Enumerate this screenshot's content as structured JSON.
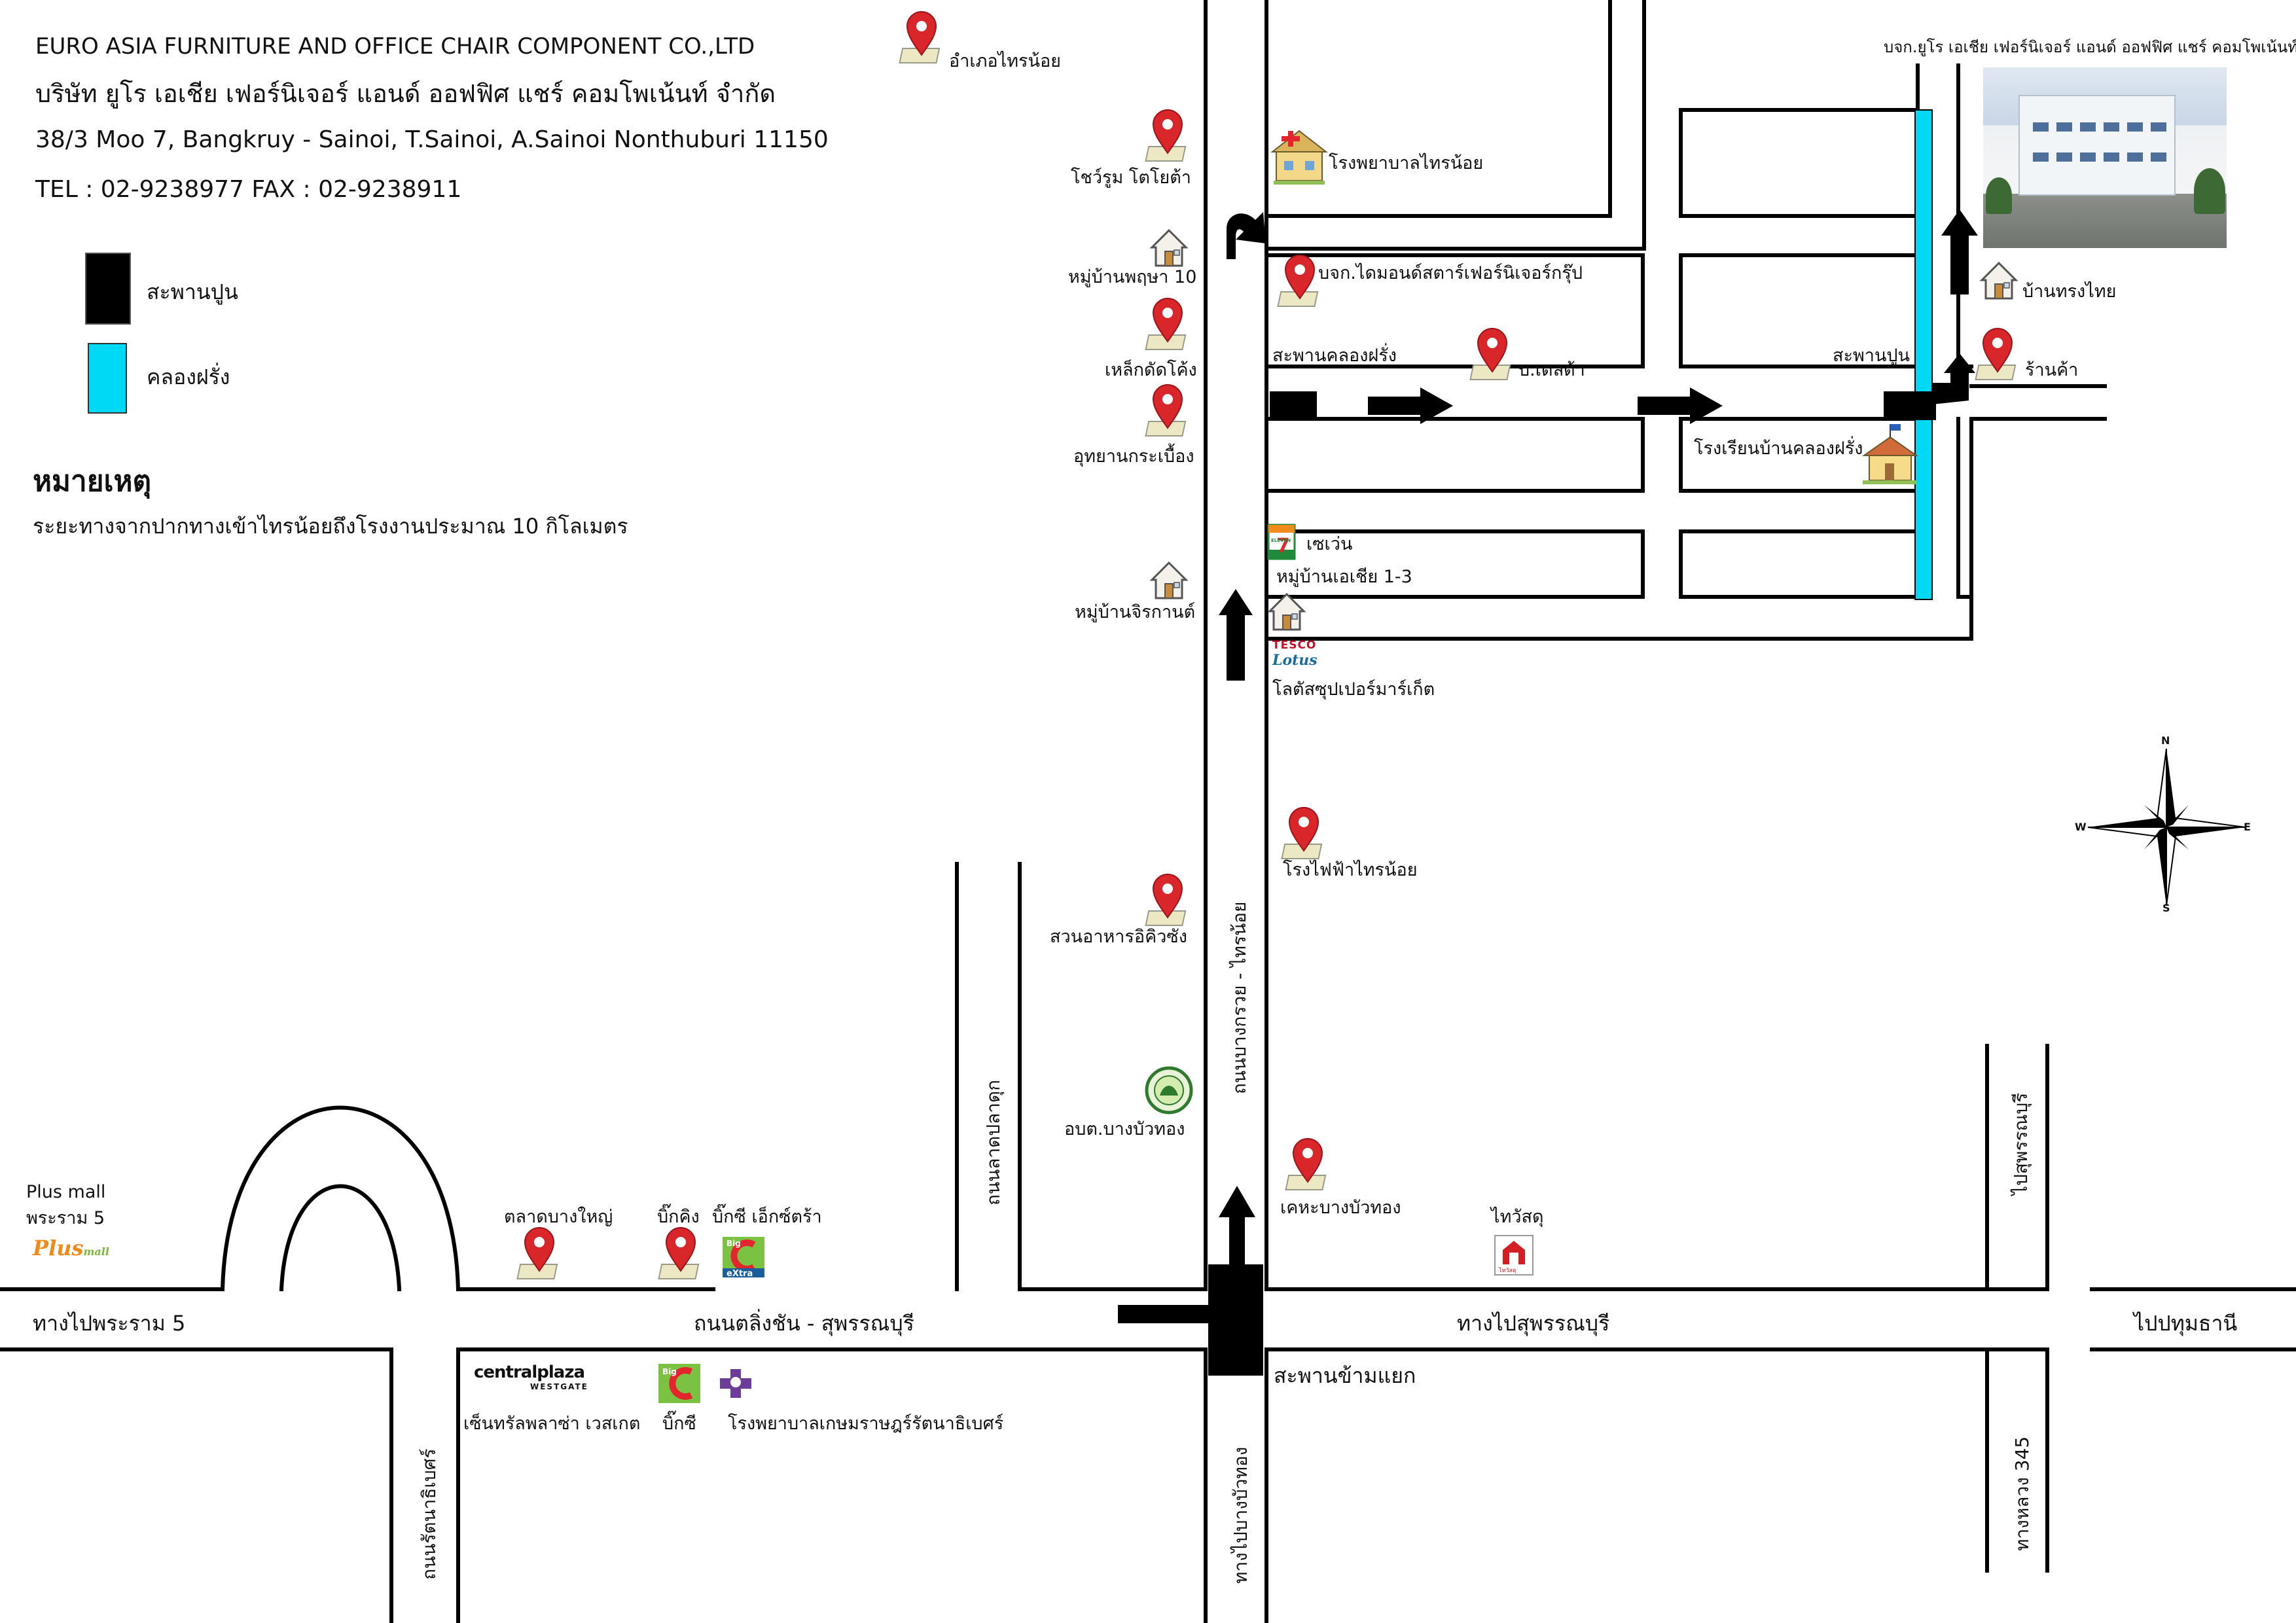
{
  "company": {
    "name_en": "EURO ASIA FURNITURE AND OFFICE CHAIR COMPONENT CO.,LTD",
    "name_th": "บริษัท ยูโร เอเชีย เฟอร์นิเจอร์ แอนด์ ออฟฟิศ แชร์ คอมโพเน้นท์ จำกัด",
    "address": "38/3 Moo 7, Bangkruy - Sainoi, T.Sainoi, A.Sainoi Nonthuburi 11150",
    "phone": "TEL : 02-9238977     FAX : 02-9238911",
    "photo_caption": "บจก.ยูโร เอเชีย เฟอร์นิเจอร์ แอนด์ ออฟฟิศ แชร์ คอมโพเน้นท์"
  },
  "legend": {
    "items": [
      {
        "label": "สะพานปูน",
        "color": "#000000"
      },
      {
        "label": "คลองฝรั่ง",
        "color": "#00d9f5"
      }
    ]
  },
  "note": {
    "title": "หมายเหตุ",
    "text": "ระยะทางจากปากทางเข้าไทรน้อยถึงโรงงานประมาณ 10 กิโลเมตร"
  },
  "roads": {
    "main_horizontal": "ถนนตลิ่งชัน - สุพรรณบุรี",
    "to_rama5": "ทางไปพระราม 5",
    "to_suphan": "ทางไปสุพรรณบุรี",
    "to_pathum": "ไปปทุมธานี",
    "bridge_junction": "สะพานข้ามแยก",
    "bangkruay_sainoi": "ถนนบางกรวย - ไทรน้อย",
    "to_bangbuathong": "ทางไปบางบัวทอง",
    "talad_pladuk": "ถนนลาดปลาดุก",
    "rattanathibet": "ถนนรัตนาธิเบศร์",
    "to_suphan_side": "ไปสุพรรณบุรี",
    "highway345": "ทางหลวง 345",
    "khlong_farang_bridge": "สะพานคลองฝรั่ง",
    "cement_bridge": "สะพานปูน"
  },
  "places": {
    "sainoi_district": "อำเภอไทรน้อย",
    "toyota": "โชว์รูม โตโยต้า",
    "phruksa10": "หมู่บ้านพฤษา 10",
    "steel": "เหล็กดัดโค้ง",
    "tile_park": "อุทยานกระเบื้อง",
    "jiraganta": "หมู่บ้านจิรกานต์",
    "restaurant": "สวนอาหารอิคิวซัง",
    "obt": "อบต.บางบัวทอง",
    "sainoi_hospital": "โรงพยาบาลไทรน้อย",
    "diamondstar": "บจก.ไดมอนด์สตาร์เฟอร์นิเจอร์กรุ๊ป",
    "delta": "บ.เดลต้า",
    "school": "โรงเรียนบ้านคลองฝรั่ง",
    "seven": "เซเว่น",
    "asia_village": "หมู่บ้านเอเชีย 1-3",
    "lotus": "โลตัสซุปเปอร์มาร์เก็ต",
    "power": "โรงไฟฟ้าไทรน้อย",
    "kheha": "เคหะบางบัวทอง",
    "thaiwatsadu": "ไทวัสดุ",
    "thai_house": "บ้านทรงไทย",
    "shop": "ร้านค้า",
    "plus_mall": "Plus mall",
    "rama5": "พระราม 5",
    "bangyai_market": "ตลาดบางใหญ่",
    "bigking": "บิ๊กคิง",
    "bigc_extra": "บิ๊กซี เอ็กซ์ตร้า",
    "central": "เซ็นทรัลพลาซ่า เวสเกต",
    "bigc": "บิ๊กซี",
    "kasemrad": "โรงพยาบาลเกษมราษฎร์รัตนาธิเบศร์"
  },
  "logos": {
    "seven_mark": "7",
    "seven_word": "ELEVEN",
    "tesco": "TESCO",
    "lotus": "Lotus",
    "central_main": "centralplaza",
    "central_sub": "WESTGATE",
    "big": "Big",
    "c": "C",
    "extra": "eXtra",
    "plus": "Plus",
    "mall": "mall",
    "thaiwatsadu_mark": "ไทวัสดุ"
  },
  "compass": {
    "n": "N",
    "s": "S",
    "e": "E",
    "w": "W"
  },
  "colors": {
    "canal": "#00d9f5",
    "pin": "#d9262b",
    "bigc_green": "#7cc242",
    "bigc_red": "#e3262e"
  }
}
